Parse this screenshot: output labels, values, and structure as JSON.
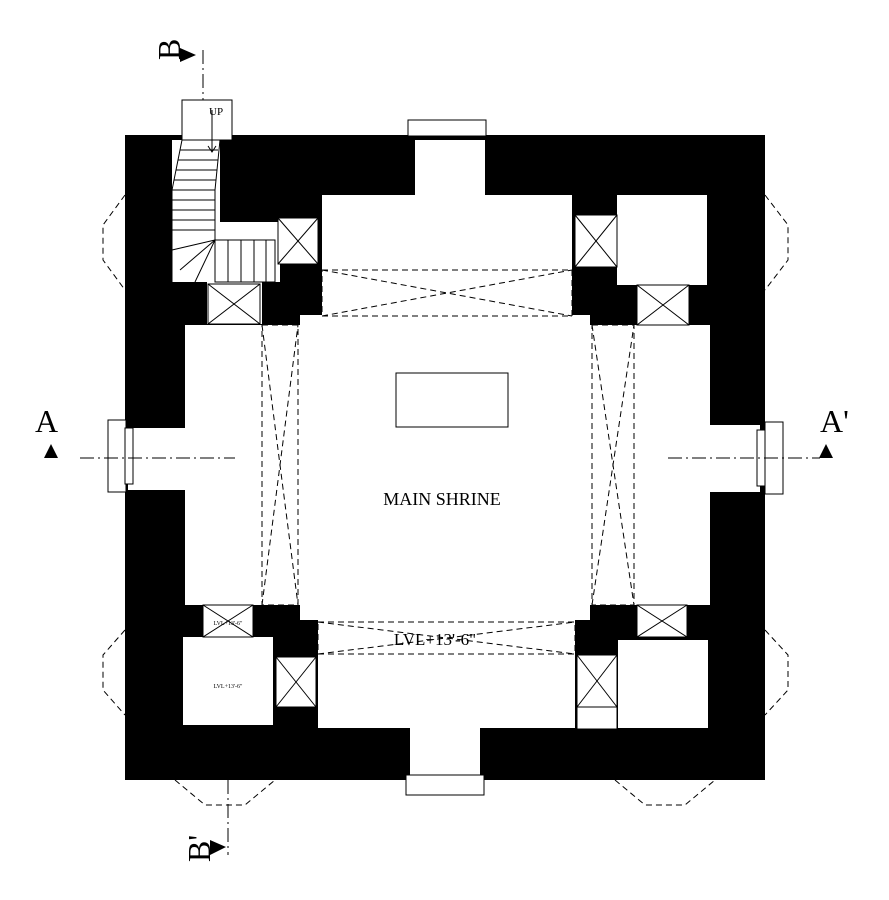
{
  "plan": {
    "main_label": "MAIN SHRINE",
    "level_label": "LVL+13'-6\"",
    "small_level_1": "LVL+13'-6\"",
    "small_level_2": "LVL+13'-6\"",
    "stair_label": "UP"
  },
  "sections": {
    "a_left": "A",
    "a_right": "A'",
    "b_top": "B",
    "b_bottom": "B'"
  },
  "colors": {
    "wall": "#000000",
    "background": "#ffffff"
  }
}
